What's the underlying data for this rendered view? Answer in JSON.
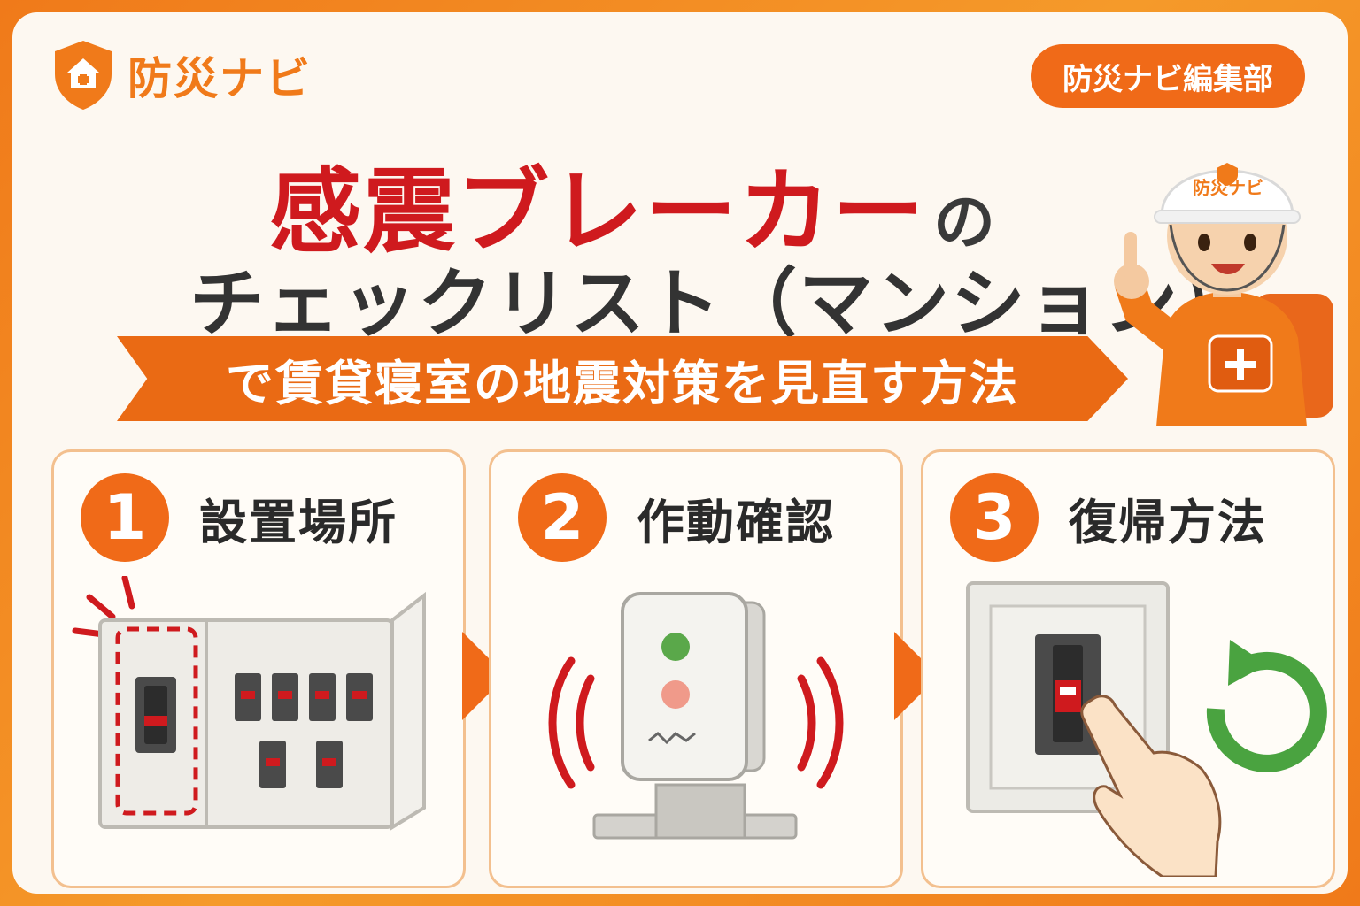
{
  "brand": {
    "name": "防災ナビ",
    "accent_color": "#f07a1a",
    "icon": "house-shield-icon"
  },
  "editor_badge": "防災ナビ編集部",
  "title": {
    "main": "感震ブレーカー",
    "particle": "の",
    "line2": "チェックリスト（マンション）",
    "ribbon": "で賃貸寝室の地震対策を見直す方法",
    "main_color": "#cf1a1e"
  },
  "mascot": {
    "helmet_label": "防災ナビ",
    "description_icon": "worker-mascot-icon"
  },
  "steps": [
    {
      "number": "1",
      "label": "設置場所",
      "icon": "breaker-panel-icon"
    },
    {
      "number": "2",
      "label": "作動確認",
      "icon": "sensor-alarm-icon"
    },
    {
      "number": "3",
      "label": "復帰方法",
      "icon": "reset-switch-icon"
    }
  ]
}
